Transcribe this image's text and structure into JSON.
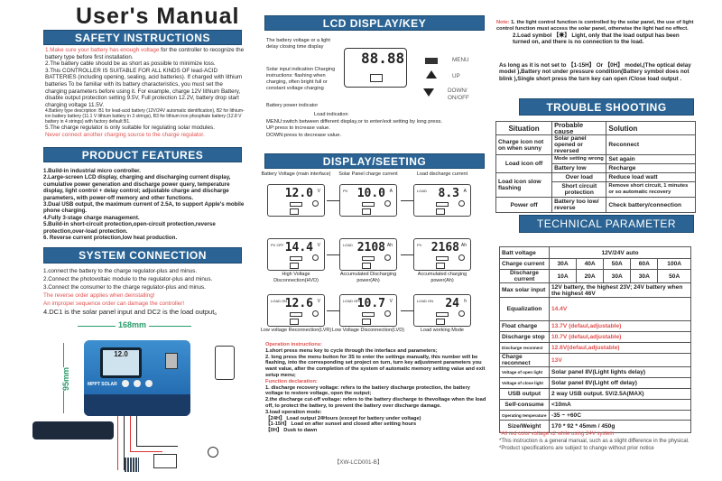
{
  "title": "User's Manual",
  "safety": {
    "heading": "SAFETY INSTRUCTIONS",
    "items": [
      {
        "red": "1.Make sure your battery has enough voltage",
        "text": " for the controller to recognize the battery type before first installation."
      },
      {
        "red": "",
        "text": "2.The battery cable should be as short as possible to minimize loss."
      },
      {
        "red": "",
        "text": "3.This CONTROLLER IS SUITABLE FOR ALL KINDS OF lead-ACID BATTERIES (including opening, sealing, acid batteries). If charged with lithium batteries To be familiar with its battery characteristics, you must set the charging parameters before using it. For example, charge 12V lithium Battery, disable output protection setting 9.5V, Full protection 12.2V, battery drop start charging voltage 11.5V."
      },
      {
        "red": "",
        "text": "4.Battery type description: B1 for lead-acid battery (12V/24V automatic identification), B2 for lithium-ion battery battery (11.1 V lithium battery in 3 strings), B3 for lithium iron phosphate battery (12.8 V battery in 4 strings) with factory default B1."
      },
      {
        "red": "",
        "text": "5.The charge regulator is only suitable for regulating solar modules."
      }
    ],
    "warning": "Never connect another charging source to the charge regulator."
  },
  "features": {
    "heading": "PRODUCT FEATURES",
    "items": [
      "1.Build-in industrial micro controller.",
      "2.Large-screen LCD display, charging and discharging current display, cumulative power generation and discharge power query, temperature display, light control + delay control; adjustable charge and discharge parameters, with power-off memory and other functions.",
      "3.Dual USB output, the maximum current of 2.5A, to support Apple's mobile phone charging.",
      "4.Fully 3-stage  charge management.",
      "5.Build-in short-circuit protection,open-circuit protection,reverse protection,over-load protection.",
      "6. Reverse current protection,low heat production."
    ]
  },
  "connection": {
    "heading": "SYSTEM CONNECTION",
    "items": [
      "1.connect the battery to the charge regulator-plus and minus.",
      "2.Connect the photovoltaic module to the regulator-plus and minus.",
      "3.Connect the consumer to the charge regulator-plus and minus."
    ],
    "warn1": "The reverse order applies when deinstalling!",
    "warn2": "An improper sequence order can damage the controller!",
    "item4": "4.DC1 is the solar panel input and DC2 is the load output。",
    "width_dim": "168mm",
    "height_dim": "95mm",
    "brand": "MPPT SOLAR",
    "lcd_value": "12.0"
  },
  "lcd_key": {
    "heading": "LCD DISPLAY/KEY",
    "labels": [
      "The battery voltage or a light delay closing time display",
      "Solar input indication Charging instructions: flashing when charging, often bright full or constant voltage charging",
      "Battery power indicator",
      "Load indication"
    ],
    "digits": "88.88",
    "keys": [
      "MENU",
      "UP",
      "DOWN/ ON/OFF"
    ],
    "desc": [
      "MENU:switch between different display,or to enter/exit setting by long press.",
      "UP:press to increase value.",
      "DOWN:press to decrease value."
    ]
  },
  "display": {
    "heading": "DISPLAY/SEETING",
    "screens": [
      {
        "caption": "Battery Voltage (main interface)",
        "pre": "",
        "value": "12.0",
        "unit": "V"
      },
      {
        "caption": "Solar Panel charge current",
        "pre": "PV",
        "value": "10.0",
        "unit": "A"
      },
      {
        "caption": "Load discharge current",
        "pre": "LOAD",
        "value": "8.3",
        "unit": "A"
      },
      {
        "caption": "High Voltage Disconnection(HVD)",
        "pre": "PV OFF",
        "value": "14.4",
        "unit": "V"
      },
      {
        "caption": "Accumulated Discharging power(Ah)",
        "pre": "LOAD",
        "value": "2108",
        "unit": "Ah"
      },
      {
        "caption": "Accumulated charging power(Ah)",
        "pre": "PV",
        "value": "2168",
        "unit": "Ah"
      },
      {
        "caption": "Low voltage Reconnection(LVR)",
        "pre": "LOAD ON",
        "value": "12.6",
        "unit": "V"
      },
      {
        "caption": "Low Voltage Disconnection(LVD)",
        "pre": "LOAD OFF",
        "value": "10.7",
        "unit": "V"
      },
      {
        "caption": "Load working Mode",
        "pre": "LOAD ON",
        "value": "24",
        "unit": "h"
      }
    ]
  },
  "operation": {
    "heading": "Operation instructions:",
    "items": [
      "1.short press menu key to cycle through the interface and parameters;",
      "2. long press the menu button for 3S to enter the settings manually, this number will be flashing, into the corresponding set project on turn, turn key adjustment parameters you want value, after the completion of the system of automatic memory setting value and exit setup menu;"
    ],
    "func_heading": "Function declaration:",
    "func_items": [
      "1. discharge recovery voltage: refers to the battery discharge protection, the battery voltage to restore voltage, open the output;",
      "2.the discharge cut-off voltage: refers to the battery discharge to thevoltage when the load off, to protect the battery, to prevent the battery over discharge damage.",
      "3.load operation mode:",
      "【24H】  Load output 24Hours (except for battery under voltage)",
      "【1-15H】 Load on after sunset and closed after setting hours",
      "【0H】 Dusk to dawn"
    ],
    "code": "【XW-LCD001-B】"
  },
  "note": {
    "label": "Note:",
    "line1": " 1. the light control function is controlled by the solar panel, the use of light control function must access the solar panel, otherwise the light had no effect.",
    "line2": "2.Load symbol 【☀】 Light, only that the load output has been turned on, and there is no connection to the load.",
    "para": "As long as it is not set to 【1-15H】 Or 【0H】 model,(The optical delay model ),Battery not under pressure condition(Battery symbol does not blink ),Single short press the turn key can open /Close load output ."
  },
  "trouble": {
    "heading": "TROUBLE SHOOTING",
    "headers": [
      "Situation",
      "Probable cause",
      "Solution"
    ],
    "rows": [
      [
        "Charge icon not on when sunny",
        "Solar panel opened or reversed",
        "Reconnect"
      ],
      [
        "Load icon off",
        "Mode setting wrong",
        "Set again"
      ],
      [
        "",
        "Battery low",
        "Recharge"
      ],
      [
        "Load icon slow flashing",
        "Over load",
        "Reduce load watt"
      ],
      [
        "",
        "Short circuit protection",
        "Remove short circuit, 1 minutes or so automatic recovery"
      ],
      [
        "Power off",
        "Battery too low/ reverse",
        "Check battery/connection"
      ]
    ]
  },
  "tech": {
    "heading": "TECHNICAL PARAMETER",
    "batt_label": "Batt voltage",
    "batt_value": "12V/24V  auto",
    "charge_label": "Charge current",
    "charge": [
      "30A",
      "40A",
      "50A",
      "60A",
      "100A"
    ],
    "discharge_label": "Discharge current",
    "discharge": [
      "10A",
      "20A",
      "30A",
      "30A",
      "50A"
    ],
    "rows": [
      {
        "label": "Max solar input",
        "value": "12V battery, the highest 23V; 24V battery when the highest 46V",
        "red": false
      },
      {
        "label": "Equalization",
        "value": "14.4V",
        "red": true
      },
      {
        "label": "Float charge",
        "value": "13.7V  (defaul,adjustable)",
        "red": true
      },
      {
        "label": "Discharge stop",
        "value": "10.7V  (defaul,adjustable)",
        "red": true
      },
      {
        "label": "Discharge reconnect",
        "value": "12.6V(defaul,adjustable)",
        "red": true
      },
      {
        "label": "Charge reconnect",
        "value": "13V",
        "red": true
      },
      {
        "label": "Voltage of open light",
        "value": "Solar panel 8V(Light lights delay)",
        "red": false
      },
      {
        "label": "Voltage of close light",
        "value": "Solar panel 8V(Light off delay)",
        "red": false
      },
      {
        "label": "USB output",
        "value": "2 way USB output.  5V/2.5A(MAX)",
        "red": false
      },
      {
        "label": "Self-consume",
        "value": "<10mA",
        "red": false
      },
      {
        "label": "Operating temperature",
        "value": "-35 ~ +60C",
        "red": false
      },
      {
        "label": "Size/Weight",
        "value": "170 * 92 * 45mm  /  450g",
        "red": false
      }
    ],
    "foot": [
      "*All red color voltage x2 while using 24V system",
      "*This instruction is a general manual, such as a slight difference in the physical.",
      "*Product specifications are subject to change without prior notice"
    ]
  },
  "colors": {
    "heading_bar": "#2b6494",
    "red": "#e0504f"
  }
}
